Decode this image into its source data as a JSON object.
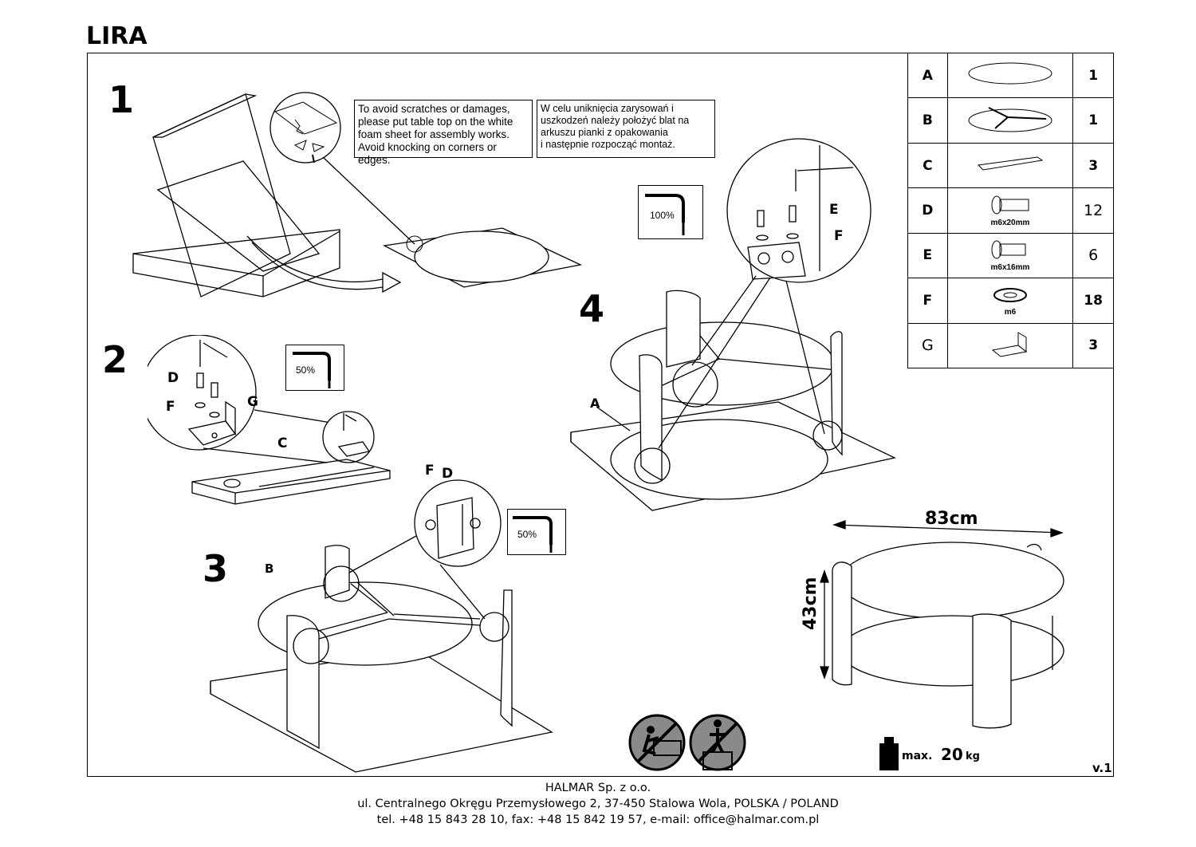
{
  "document": {
    "title": "LIRA",
    "version": "v.1"
  },
  "steps": [
    {
      "number": "1"
    },
    {
      "number": "2"
    },
    {
      "number": "3"
    },
    {
      "number": "4"
    }
  ],
  "notes": {
    "en": [
      "To avoid scratches  or damages,",
      "please put  table top on the white",
      "foam sheet for assembly  works.",
      "Avoid knocking on corners or edges."
    ],
    "pl": [
      "W celu uniknięcia zarysowań i",
      "uszkodzeń należy położyć blat na",
      "arkuszu pianki z opakowania",
      "i następnie rozpocząć montaż."
    ]
  },
  "tightening": {
    "step4": "100%",
    "step2": "50%",
    "step3": "50%"
  },
  "callouts": {
    "step2": {
      "d": "D",
      "f": "F",
      "g": "G",
      "c": "C"
    },
    "step3": {
      "f": "F",
      "d": "D",
      "b": "B"
    },
    "step4": {
      "e": "E",
      "f": "F",
      "a": "A"
    }
  },
  "parts": [
    {
      "label": "A",
      "qty": "1",
      "caption": "",
      "icon": "round-glass-top"
    },
    {
      "label": "B",
      "qty": "1",
      "caption": "",
      "icon": "lower-shelf-with-bracket"
    },
    {
      "label": "C",
      "qty": "3",
      "caption": "",
      "icon": "connector-bar"
    },
    {
      "label": "D",
      "qty": "12",
      "caption": "m6x20mm",
      "icon": "bolt"
    },
    {
      "label": "E",
      "qty": "6",
      "caption": "m6x16mm",
      "icon": "bolt"
    },
    {
      "label": "F",
      "qty": "18",
      "caption": "m6",
      "icon": "washer"
    },
    {
      "label": "G",
      "qty": "3",
      "caption": "",
      "icon": "angle-bracket"
    }
  ],
  "dimensions": {
    "width": "83cm",
    "height": "43cm"
  },
  "max_load": {
    "label": "max.",
    "value": "20",
    "unit": "kg"
  },
  "footer": {
    "company": "HALMAR Sp. z o.o.",
    "address": "ul. Centralnego Okręgu Przemysłowego 2, 37-450 Stalowa Wola, POLSKA / POLAND",
    "contact": "tel. +48 15 843 28 10, fax: +48 15 842 19 57, e-mail: office@halmar.com.pl"
  },
  "colors": {
    "line": "#000000",
    "warning_fill": "#8a8a8a"
  }
}
